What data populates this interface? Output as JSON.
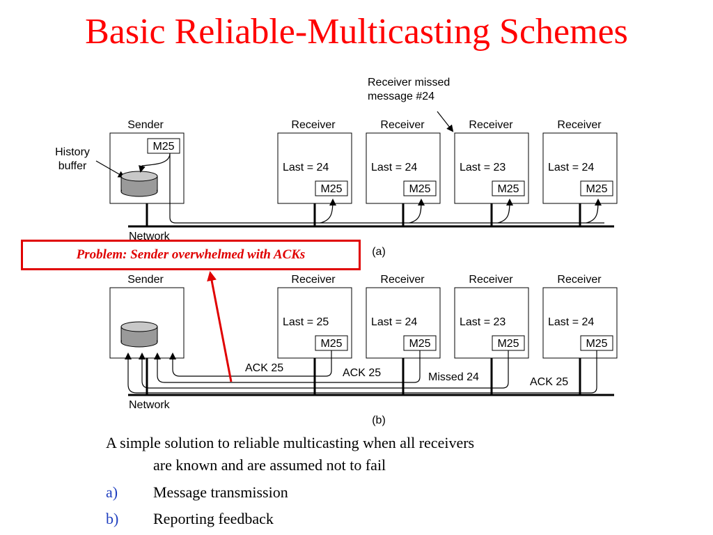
{
  "title": "Basic Reliable-Multicasting Schemes",
  "problem_text": "Problem: Sender overwhelmed with ACKs",
  "diagram_a": {
    "annotation_line1": "Receiver missed",
    "annotation_line2": "message #24",
    "sender_label": "Sender",
    "history_line1": "History",
    "history_line2": "buffer",
    "sender_message": "M25",
    "receiver_label": "Receiver",
    "receivers": [
      {
        "last": "Last = 24",
        "msg": "M25"
      },
      {
        "last": "Last = 24",
        "msg": "M25"
      },
      {
        "last": "Last = 23",
        "msg": "M25"
      },
      {
        "last": "Last = 24",
        "msg": "M25"
      }
    ],
    "network_label": "Network",
    "caption": "(a)"
  },
  "diagram_b": {
    "sender_label": "Sender",
    "receiver_label": "Receiver",
    "receivers": [
      {
        "last": "Last = 25",
        "msg": "M25"
      },
      {
        "last": "Last = 24",
        "msg": "M25"
      },
      {
        "last": "Last = 23",
        "msg": "M25"
      },
      {
        "last": "Last = 24",
        "msg": "M25"
      }
    ],
    "feedback": [
      "ACK 25",
      "ACK 25",
      "Missed 24",
      "ACK 25"
    ],
    "network_label": "Network",
    "caption": "(b)"
  },
  "bullets": {
    "intro_line1": "A simple solution to reliable multicasting when all receivers",
    "intro_line2": "are known and are assumed not to fail",
    "items": [
      {
        "mark": "a)",
        "text": "Message transmission"
      },
      {
        "mark": "b)",
        "text": "Reporting feedback"
      }
    ]
  },
  "colors": {
    "accent": "#ff0000",
    "problem": "#e00000",
    "list_marker": "#1f3fbf",
    "buffer": "#9a9a9a"
  }
}
